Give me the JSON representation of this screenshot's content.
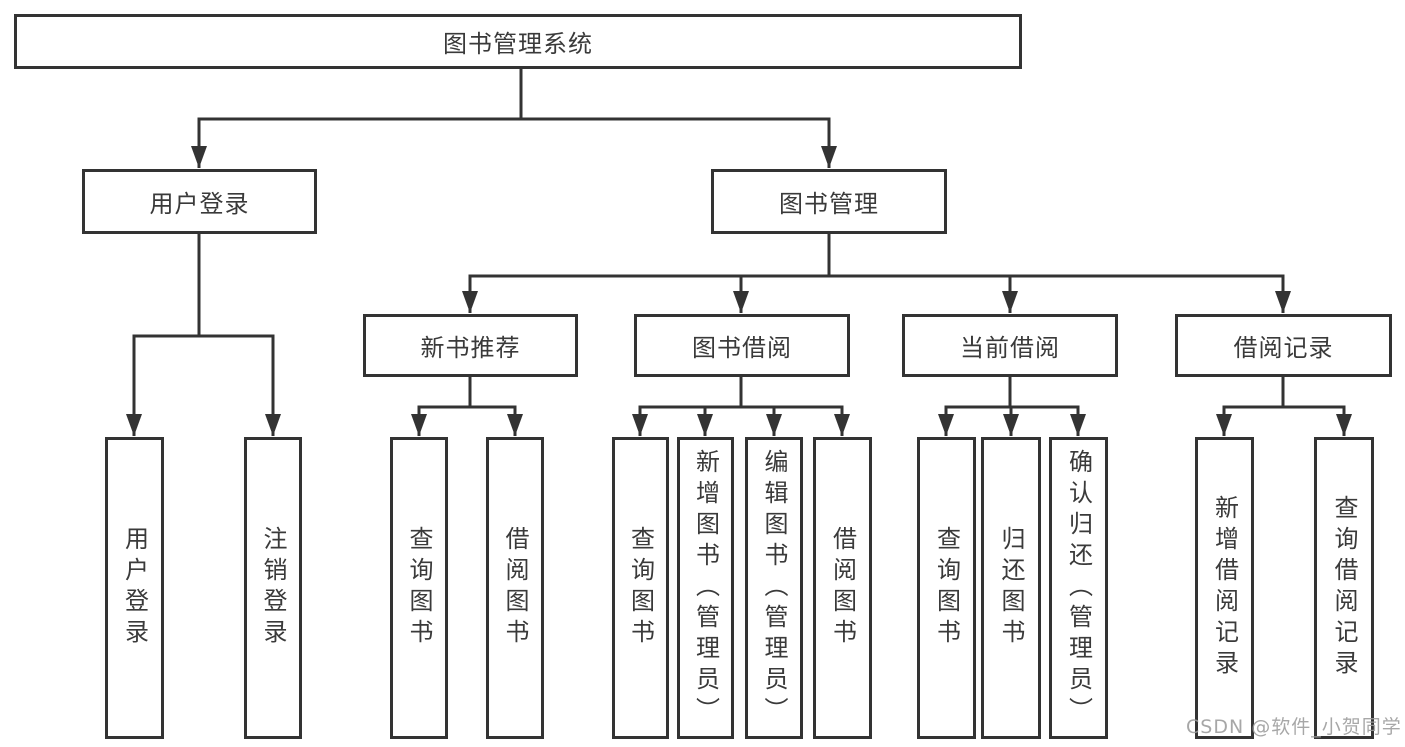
{
  "colors": {
    "line": "#333333",
    "box_border": "#333333",
    "box_fill": "#ffffff",
    "text": "#3a3a3a",
    "watermark": "#9c9c9c"
  },
  "nodes": {
    "root": "图书管理系统",
    "userLogin": "用户登录",
    "bookMgmt": "图书管理",
    "newBookRec": "新书推荐",
    "bookBorrow": "图书借阅",
    "currentBorrow": "当前借阅",
    "borrowRecord": "借阅记录",
    "loginLeaf": "用户登录",
    "logoutLeaf": "注销登录",
    "nbQuery": "查询图书",
    "nbBorrow": "借阅图书",
    "bbQuery": "查询图书",
    "bbAdd": "新增图书（管理员）",
    "bbEdit": "编辑图书（管理员）",
    "bbBorrow": "借阅图书",
    "cbQuery": "查询图书",
    "cbReturn": "归还图书",
    "cbConfirm": "确认归还（管理员）",
    "brAdd": "新增借阅记录",
    "brQuery": "查询借阅记录"
  },
  "hierarchy": {
    "图书管理系统": {
      "用户登录": [
        "用户登录",
        "注销登录"
      ],
      "图书管理": {
        "新书推荐": [
          "查询图书",
          "借阅图书"
        ],
        "图书借阅": [
          "查询图书",
          "新增图书（管理员）",
          "编辑图书（管理员）",
          "借阅图书"
        ],
        "当前借阅": [
          "查询图书",
          "归还图书",
          "确认归还（管理员）"
        ],
        "借阅记录": [
          "新增借阅记录",
          "查询借阅记录"
        ]
      }
    }
  },
  "watermark": "CSDN @软件_小贺同学"
}
